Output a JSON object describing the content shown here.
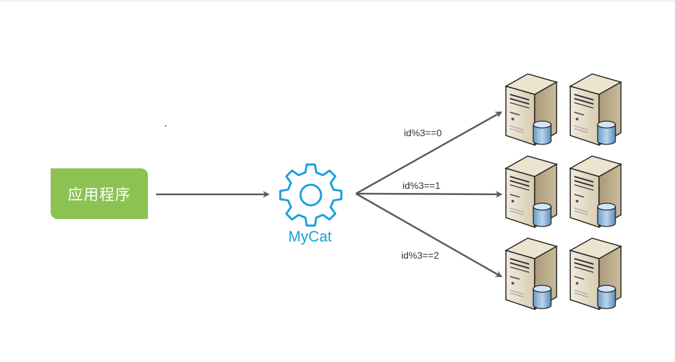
{
  "app": {
    "label": "应用程序"
  },
  "proxy": {
    "label": "MyCat"
  },
  "routes": [
    {
      "rule": "id%3==0"
    },
    {
      "rule": "id%3==1"
    },
    {
      "rule": "id%3==2"
    }
  ],
  "icons": {
    "gear": "gear-icon",
    "server": "database-server-icon"
  },
  "colors": {
    "app_fill": "#8cc252",
    "gear": "#1a9fdf",
    "arrow": "#595959"
  }
}
